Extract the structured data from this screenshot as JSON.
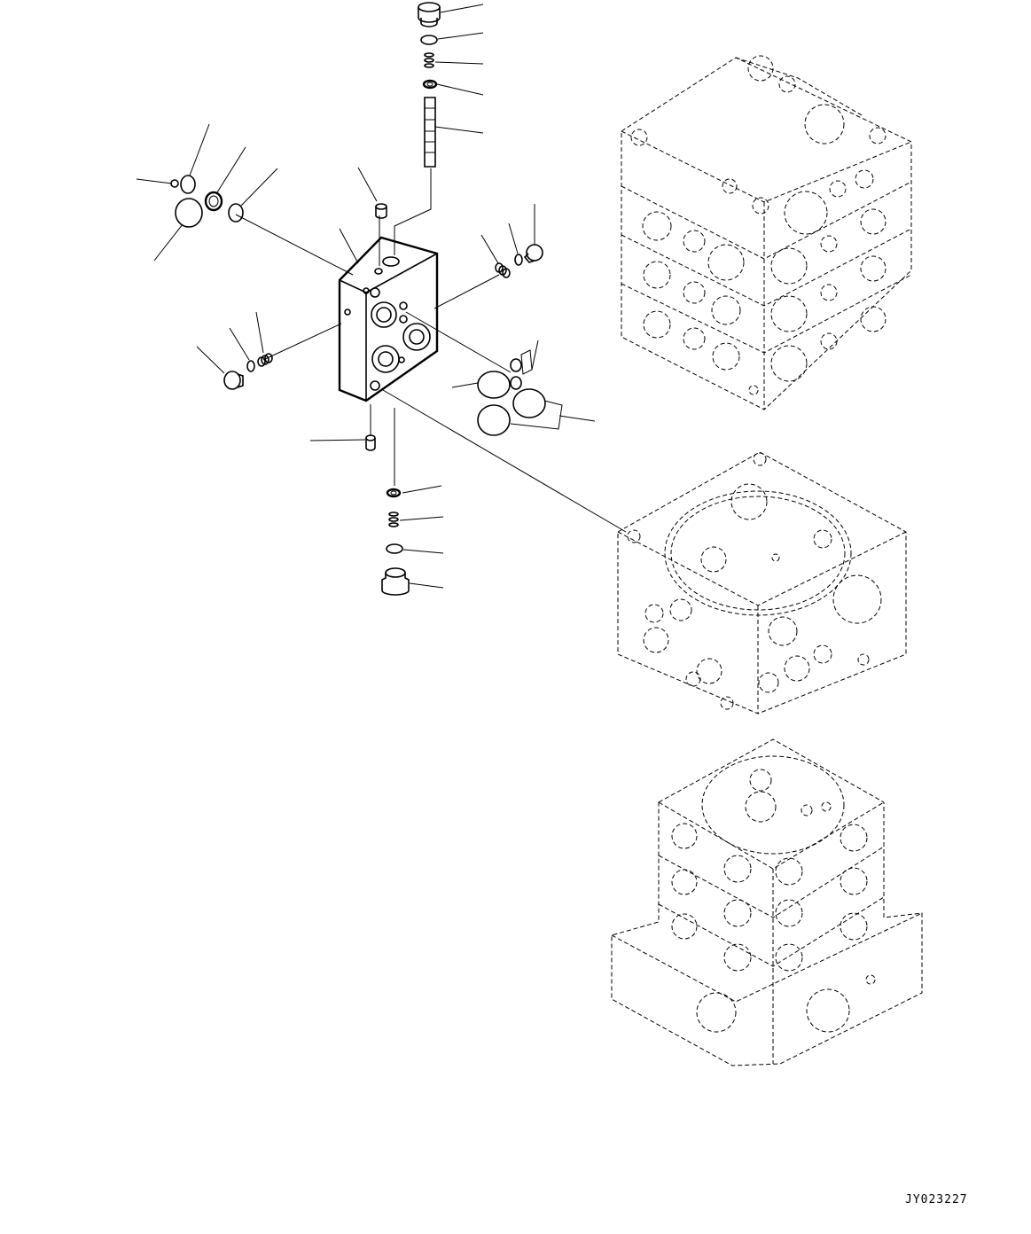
{
  "drawing": {
    "id_code": "JY023227"
  },
  "parts": [
    "valve-section-block",
    "spool",
    "plugs",
    "springs",
    "o-rings",
    "backup-rings",
    "check-valves"
  ],
  "assemblies": [
    "upper-valve-stack",
    "middle-valve-body",
    "lower-valve-stack"
  ]
}
